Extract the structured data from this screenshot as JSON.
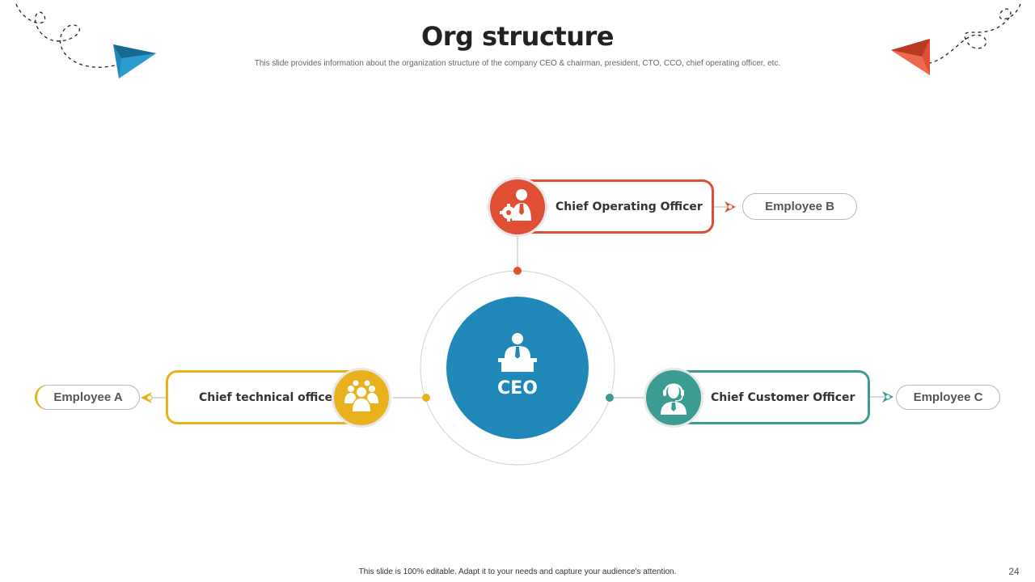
{
  "title": "Org structure",
  "subtitle": "This slide provides information about the organization structure of the company CEO  & chairman, president, CTO,  CCO,  chief operating officer, etc.",
  "footer": "This slide is 100% editable.  Adapt it to your needs and capture your audience's attention.",
  "page_number": "24",
  "colors": {
    "ceo": "#1f88b8",
    "coo": "#e04e34",
    "cto": "#e9b21c",
    "cco": "#3a9c93",
    "plane_blue": "#1f88b8",
    "plane_red": "#e04e34"
  },
  "ceo": {
    "label": "CEO",
    "icon": "presenter-at-podium-icon"
  },
  "roles": {
    "coo": {
      "label": "Chief Operating Officer",
      "icon": "businessman-gear-icon",
      "employee": "Employee B"
    },
    "cto": {
      "label": "Chief technical officer",
      "icon": "team-group-icon",
      "employee": "Employee A"
    },
    "cco": {
      "label": "Chief Customer Officer",
      "icon": "headset-agent-icon",
      "employee": "Employee C"
    }
  },
  "decorations": [
    "paper-plane-icon",
    "paper-plane-icon"
  ]
}
